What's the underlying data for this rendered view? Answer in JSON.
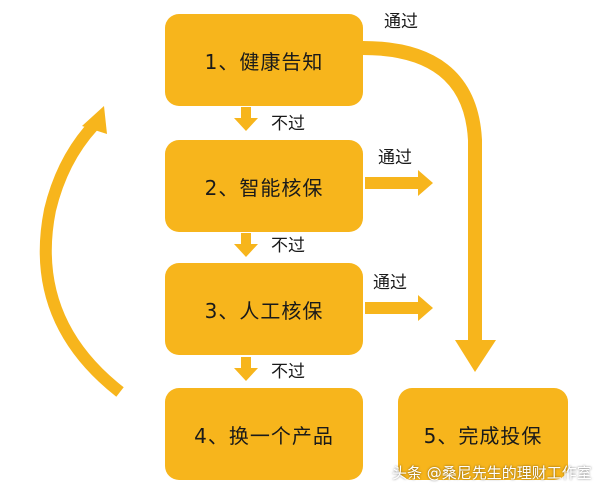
{
  "colors": {
    "box": "#f7b51c",
    "arrow": "#f7b51c",
    "text": "#1a1a1a"
  },
  "steps": [
    {
      "label": "1、健康告知"
    },
    {
      "label": "2、智能核保"
    },
    {
      "label": "3、人工核保"
    },
    {
      "label": "4、换一个产品"
    },
    {
      "label": "5、完成投保"
    }
  ],
  "edges": {
    "pass_1": "通过",
    "pass_2": "通过",
    "pass_3": "通过",
    "fail_1": "不过",
    "fail_2": "不过",
    "fail_3": "不过"
  },
  "watermark": "头条 @桑尼先生的理财工作室"
}
